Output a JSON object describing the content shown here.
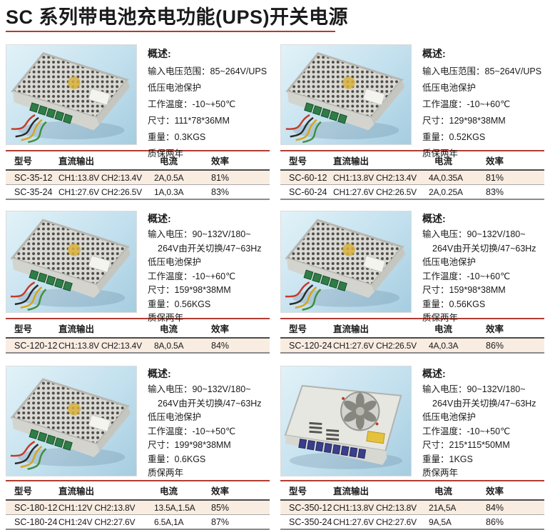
{
  "page": {
    "title": "SC 系列带电池充电功能(UPS)开关电源",
    "accent_color": "#b23b31",
    "highlight_row_color": "#f9ede2"
  },
  "table_headers": {
    "model": "型号",
    "dc_output": "直流输出",
    "current": "电流",
    "efficiency": "效率"
  },
  "sections": [
    {
      "id": "sc-35",
      "photo_icon": "psu-mesh-photo",
      "overview_title": "概述:",
      "overview_lines": [
        "输入电压范围：85~264V/UPS",
        "低压电池保护",
        "工作温度：-10~+50℃",
        "尺寸：111*78*36MM",
        "重量：0.3KGS",
        "质保两年"
      ],
      "rows": [
        {
          "model": "SC-35-12",
          "dc_output": "CH1:13.8V CH2:13.4V",
          "current": "2A,0.5A",
          "efficiency": "81%"
        },
        {
          "model": "SC-35-24",
          "dc_output": "CH1:27.6V CH2:26.5V",
          "current": "1A,0.3A",
          "efficiency": "83%"
        }
      ]
    },
    {
      "id": "sc-60",
      "photo_icon": "psu-mesh-photo",
      "overview_title": "概述:",
      "overview_lines": [
        "输入电压范围：85~264V/UPS",
        "低压电池保护",
        "工作温度：-10~+60℃",
        "尺寸：129*98*38MM",
        "重量：0.52KGS",
        "质保两年"
      ],
      "rows": [
        {
          "model": "SC-60-12",
          "dc_output": "CH1:13.8V CH2:13.4V",
          "current": "4A,0.35A",
          "efficiency": "81%"
        },
        {
          "model": "SC-60-24",
          "dc_output": "CH1:27.6V CH2:26.5V",
          "current": "2A,0.25A",
          "efficiency": "83%"
        }
      ]
    },
    {
      "id": "sc-120-12",
      "photo_icon": "psu-mesh-photo",
      "overview_title": "概述:",
      "overview_lines": [
        "输入电压：90~132V/180~",
        "264V由开关切换/47~63Hz",
        "低压电池保护",
        "工作温度：-10~+60℃",
        "尺寸：159*98*38MM",
        "重量：0.56KGS",
        "质保两年"
      ],
      "rows": [
        {
          "model": "SC-120-12",
          "dc_output": "CH1:13.8V CH2:13.4V",
          "current": "8A,0.5A",
          "efficiency": "84%"
        }
      ]
    },
    {
      "id": "sc-120-24",
      "photo_icon": "psu-mesh-photo",
      "overview_title": "概述:",
      "overview_lines": [
        "输入电压：90~132V/180~",
        "264V由开关切换/47~63Hz",
        "低压电池保护",
        "工作温度：-10~+60℃",
        "尺寸：159*98*38MM",
        "重量：0.56KGS",
        "质保两年"
      ],
      "rows": [
        {
          "model": "SC-120-24",
          "dc_output": "CH1:27.6V CH2:26.5V",
          "current": "4A,0.3A",
          "efficiency": "86%"
        }
      ]
    },
    {
      "id": "sc-180",
      "photo_icon": "psu-mesh-photo",
      "overview_title": "概述:",
      "overview_lines": [
        "输入电压：90~132V/180~",
        "264V由开关切换/47~63Hz",
        "低压电池保护",
        "工作温度：-10~+50℃",
        "尺寸：199*98*38MM",
        "重量：0.6KGS",
        "质保两年"
      ],
      "rows": [
        {
          "model": "SC-180-12",
          "dc_output": "CH1:12V CH2:13.8V",
          "current": "13.5A,1.5A",
          "efficiency": "85%"
        },
        {
          "model": "SC-180-24",
          "dc_output": "CH1:24V CH2:27.6V",
          "current": "6.5A,1A",
          "efficiency": "87%"
        }
      ]
    },
    {
      "id": "sc-350",
      "photo_icon": "psu-fan-photo",
      "overview_title": "概述:",
      "overview_lines": [
        "输入电压：90~132V/180~",
        "264V由开关切换/47~63Hz",
        "低压电池保护",
        "工作温度：-10~+50℃",
        "尺寸：215*115*50MM",
        "重量：1KGS",
        "质保两年"
      ],
      "rows": [
        {
          "model": "SC-350-12",
          "dc_output": "CH1:13.8V CH2:13.8V",
          "current": "21A,5A",
          "efficiency": "84%"
        },
        {
          "model": "SC-350-24",
          "dc_output": "CH1:27.6V CH2:27.6V",
          "current": "9A,5A",
          "efficiency": "86%"
        }
      ]
    }
  ]
}
